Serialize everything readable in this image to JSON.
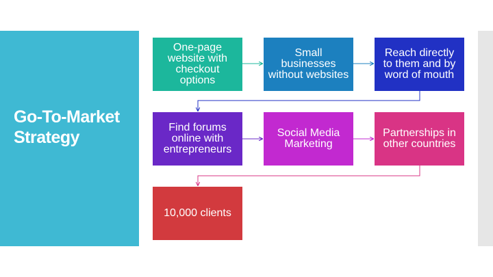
{
  "slide": {
    "title": "Go-To-Market Strategy"
  },
  "flow": {
    "steps": [
      {
        "label": "One-page website with checkout options",
        "color": "#1cb79c"
      },
      {
        "label": "Small businesses without websites",
        "color": "#1c80bf"
      },
      {
        "label": "Reach directly to them and by word of mouth",
        "color": "#2131c4"
      },
      {
        "label": "Find forums online with entrepreneurs",
        "color": "#6a28c7"
      },
      {
        "label": "Social Media Marketing",
        "color": "#c229d0"
      },
      {
        "label": "Partnerships in other countries",
        "color": "#d93485"
      },
      {
        "label": "10,000 clients",
        "color": "#d23a3e"
      }
    ],
    "connector_colors": [
      "#1cb79c",
      "#1c80bf",
      "#2131c4",
      "#6a28c7",
      "#c229d0",
      "#d93485"
    ]
  }
}
